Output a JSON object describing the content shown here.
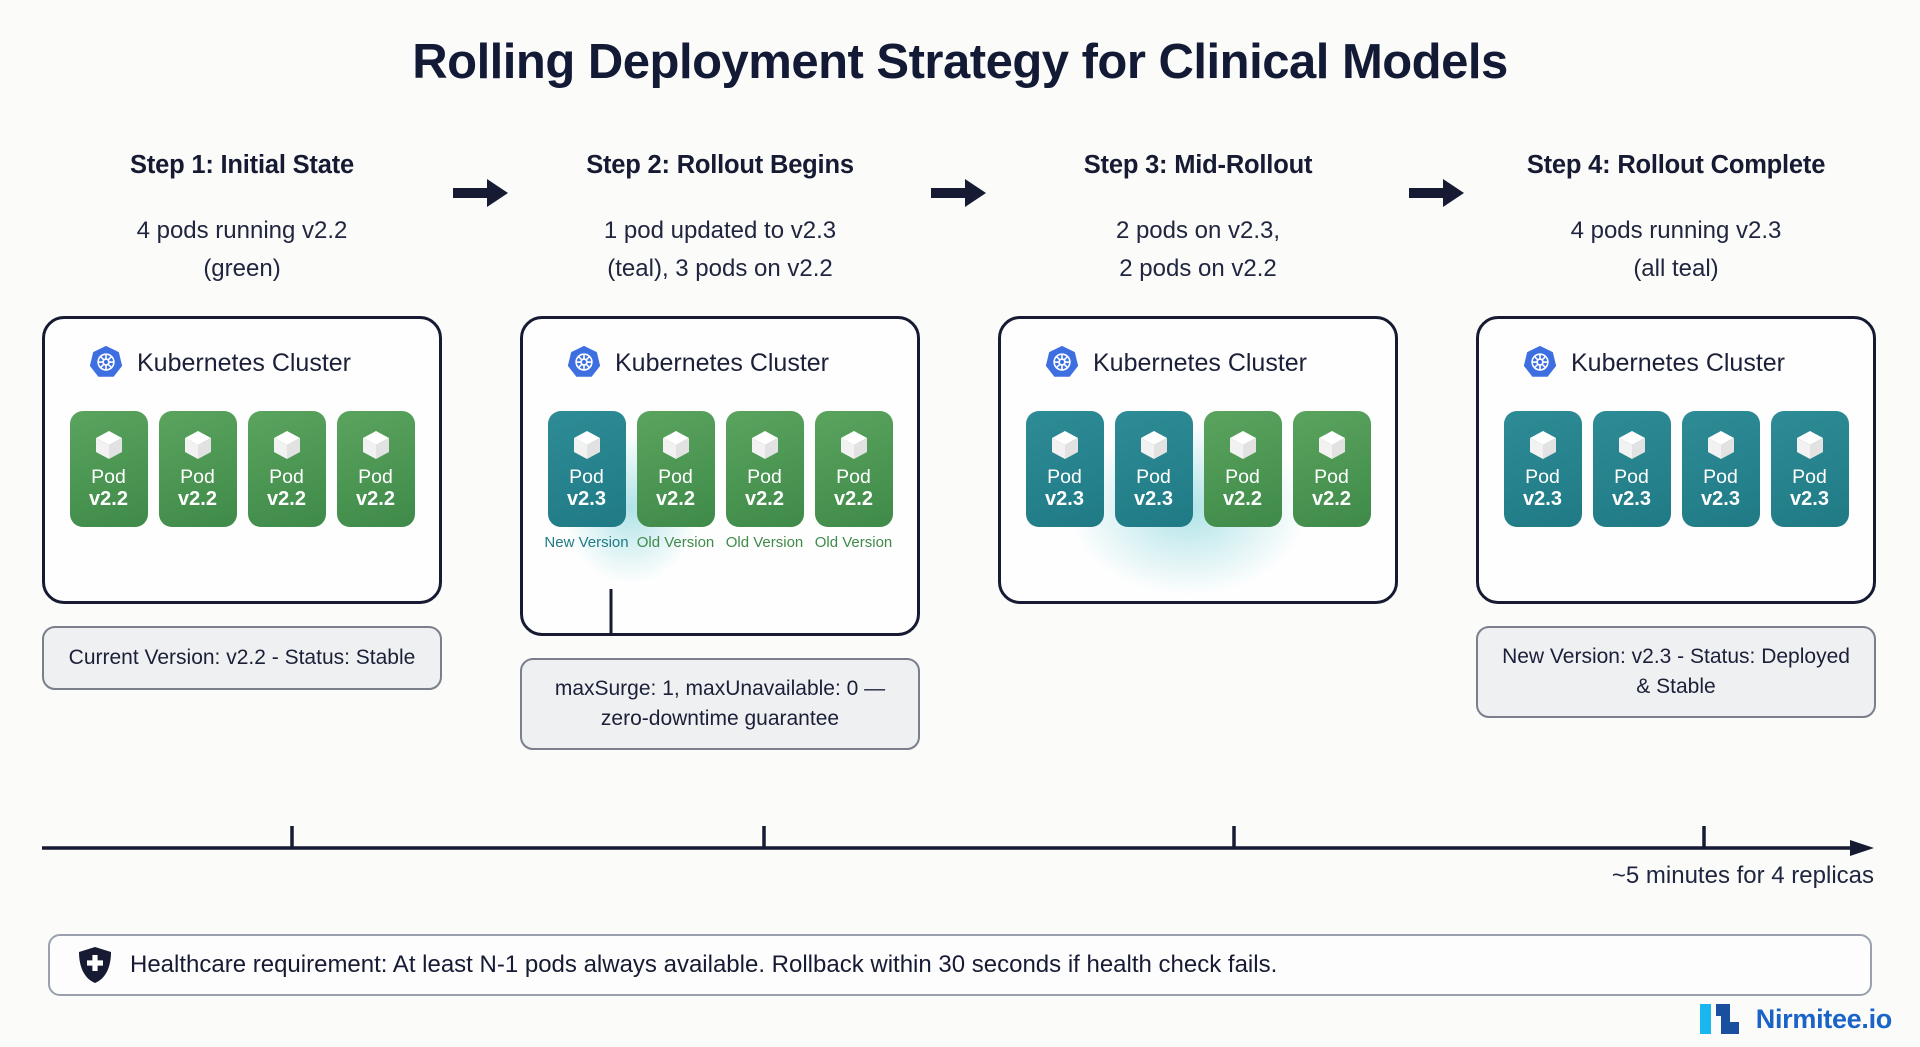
{
  "title": "Rolling Deployment Strategy for Clinical Models",
  "colors": {
    "ink": "#161b33",
    "pod_old_green": "#4a9455",
    "pod_new_teal": "#2a8792",
    "k8s_blue": "#3d6fe0",
    "brand_blue": "#1a64c8",
    "brand_cyan": "#19b6f0",
    "caption_bg": "#eff0f2"
  },
  "arrow_icon": "right-arrow",
  "steps": [
    {
      "head": "Step 1: Initial State",
      "desc": "4 pods running v2.2\n(green)",
      "cluster_title": "Kubernetes Cluster",
      "cluster_icon": "kubernetes-logo",
      "pods": [
        {
          "label": "Pod",
          "version": "v2.2",
          "variant": "old",
          "note": ""
        },
        {
          "label": "Pod",
          "version": "v2.2",
          "variant": "old",
          "note": ""
        },
        {
          "label": "Pod",
          "version": "v2.2",
          "variant": "old",
          "note": ""
        },
        {
          "label": "Pod",
          "version": "v2.2",
          "variant": "old",
          "note": ""
        }
      ],
      "caption": "Current Version: v2.2 - Status: Stable"
    },
    {
      "head": "Step 2: Rollout Begins",
      "desc": "1 pod updated to v2.3\n(teal), 3 pods on v2.2",
      "cluster_title": "Kubernetes Cluster",
      "cluster_icon": "kubernetes-logo",
      "pods": [
        {
          "label": "Pod",
          "version": "v2.3",
          "variant": "new",
          "note": "New Version"
        },
        {
          "label": "Pod",
          "version": "v2.2",
          "variant": "old",
          "note": "Old Version"
        },
        {
          "label": "Pod",
          "version": "v2.2",
          "variant": "old",
          "note": "Old Version"
        },
        {
          "label": "Pod",
          "version": "v2.2",
          "variant": "old",
          "note": "Old Version"
        }
      ],
      "caption": "maxSurge: 1, maxUnavailable: 0 — zero-downtime guarantee"
    },
    {
      "head": "Step 3: Mid-Rollout",
      "desc": "2 pods on v2.3,\n2 pods on v2.2",
      "cluster_title": "Kubernetes Cluster",
      "cluster_icon": "kubernetes-logo",
      "pods": [
        {
          "label": "Pod",
          "version": "v2.3",
          "variant": "new",
          "note": ""
        },
        {
          "label": "Pod",
          "version": "v2.3",
          "variant": "new",
          "note": ""
        },
        {
          "label": "Pod",
          "version": "v2.2",
          "variant": "old",
          "note": ""
        },
        {
          "label": "Pod",
          "version": "v2.2",
          "variant": "old",
          "note": ""
        }
      ],
      "caption": ""
    },
    {
      "head": "Step 4: Rollout Complete",
      "desc": "4 pods running v2.3\n(all teal)",
      "cluster_title": "Kubernetes Cluster",
      "cluster_icon": "kubernetes-logo",
      "pods": [
        {
          "label": "Pod",
          "version": "v2.3",
          "variant": "new",
          "note": ""
        },
        {
          "label": "Pod",
          "version": "v2.3",
          "variant": "new",
          "note": ""
        },
        {
          "label": "Pod",
          "version": "v2.3",
          "variant": "new",
          "note": ""
        },
        {
          "label": "Pod",
          "version": "v2.3",
          "variant": "new",
          "note": ""
        }
      ],
      "caption": "New Version: v2.3 - Status: Deployed & Stable"
    }
  ],
  "timeline": {
    "label": "~5 minutes for 4 replicas",
    "ticks": [
      4,
      5
    ],
    "tick_count": 4
  },
  "footer": {
    "icon": "shield-cross-icon",
    "text": "Healthcare requirement: At least N-1 pods always available. Rollback within 30 seconds if health check fails."
  },
  "brand": {
    "icon": "nirmitee-logo",
    "name": "Nirmitee.io"
  }
}
